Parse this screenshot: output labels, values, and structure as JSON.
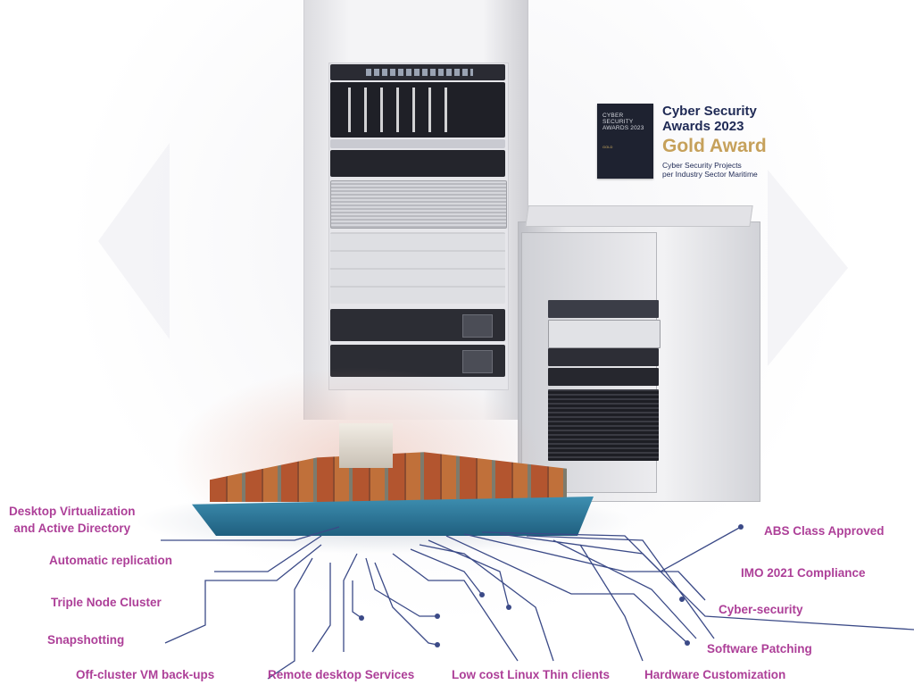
{
  "award": {
    "badge_text": "CYBER SECURITY AWARDS 2023",
    "badge_gold": "GOLD",
    "title_line1": "Cyber Security",
    "title_line2": "Awards 2023",
    "gold_label": "Gold Award",
    "subtitle_line1": "Cyber Security Projects",
    "subtitle_line2": "per Industry Sector Maritime"
  },
  "features_left": [
    {
      "label_line1": "Desktop Virtualization",
      "label_line2": "and Active Directory"
    },
    {
      "label": "Automatic replication"
    },
    {
      "label": "Triple Node Cluster"
    },
    {
      "label": "Snapshotting"
    }
  ],
  "features_right": [
    {
      "label": "ABS Class Approved"
    },
    {
      "label": "IMO 2021 Compliance"
    },
    {
      "label": "Cyber-security"
    },
    {
      "label": "Software Patching"
    }
  ],
  "features_bottom": [
    {
      "label": "Off-cluster VM back-ups"
    },
    {
      "label": "Remote desktop Services"
    },
    {
      "label": "Low cost Linux Thin clients"
    },
    {
      "label": "Hardware Customization"
    }
  ],
  "colors": {
    "feature_text": "#ad3f98",
    "circuit_line": "#3b4a87",
    "award_navy": "#1f2a55",
    "award_gold": "#c6a15b"
  }
}
